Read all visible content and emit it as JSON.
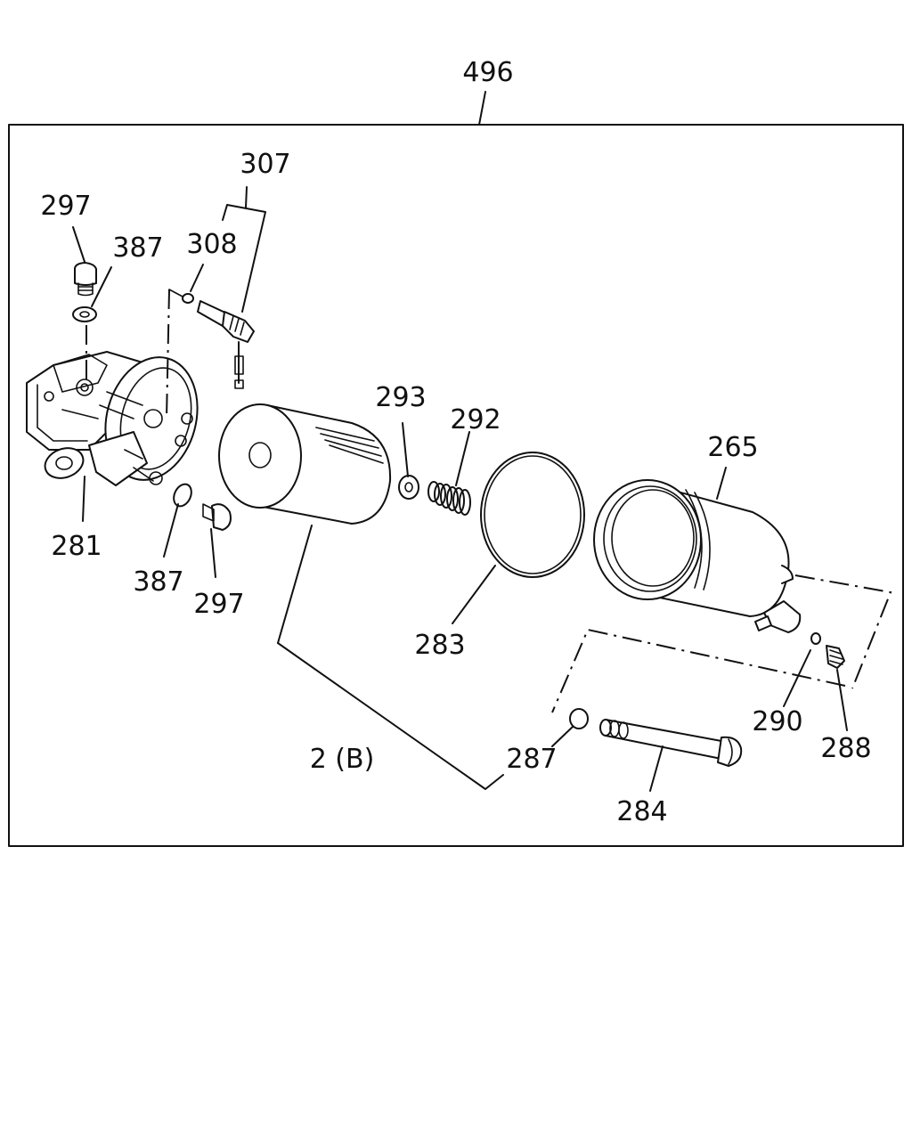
{
  "labels": {
    "assembly": "496",
    "p307": "307",
    "p308": "308",
    "p297_top": "297",
    "p387_top": "387",
    "p281": "281",
    "p387_bottom": "387",
    "p297_bottom": "297",
    "p293": "293",
    "p292": "292",
    "p265": "265",
    "p283": "283",
    "p2b": "2 (B)",
    "p287": "287",
    "p284": "284",
    "p290": "290",
    "p288": "288"
  }
}
